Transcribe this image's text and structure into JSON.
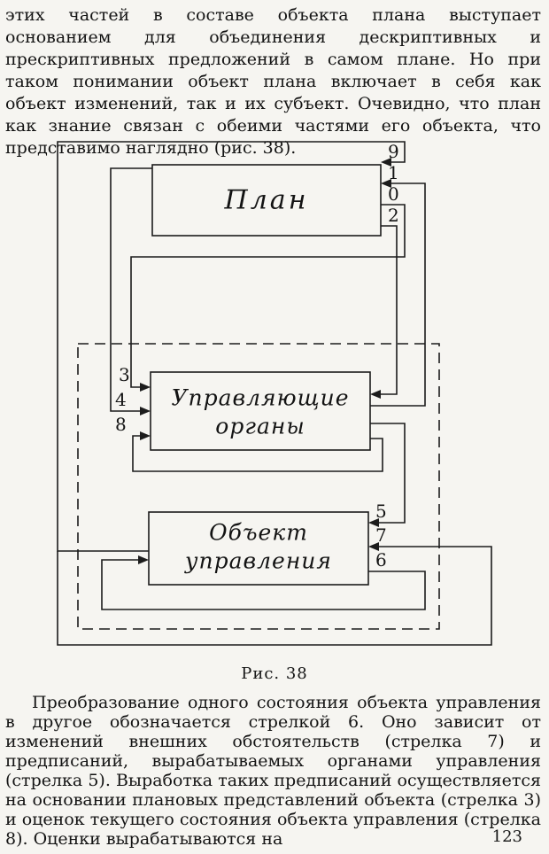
{
  "page": {
    "top_paragraph": "этих частей в составе объекта плана выступает основанием для объединения дескриптивных и прескриптивных предложений в самом плане. Но при таком понимании объект плана включает в себя как объект изменений, так и их субъект. Очевидно, что план как знание связан с обеими частями его объекта, что представимо наглядно (рис. 38).",
    "bottom_paragraph": "Преобразование одного состояния объекта управления в другое обозначается стрелкой 6. Оно зависит от изменений внешних обстоятельств (стрелка 7) и предписаний, вырабатываемых органами управления (стрелка 5). Выработка таких предписаний осуществляется на основании плановых представлений объекта (стрелка 3) и оценок текущего состояния объекта управления (стрелка 8). Оценки вырабатываются на",
    "page_number": "123"
  },
  "figure": {
    "caption": "Рис. 38",
    "boxes": {
      "plan": "План",
      "uo_line1": "Управляющие",
      "uo_line2": "органы",
      "ou_line1": "Объект",
      "ou_line2": "управления"
    },
    "arrows": {
      "a9": "9",
      "a1": "1",
      "a0": "0",
      "a2": "2",
      "a3": "3",
      "a4": "4",
      "a8": "8",
      "a5": "5",
      "a7": "7",
      "a6": "6"
    }
  }
}
